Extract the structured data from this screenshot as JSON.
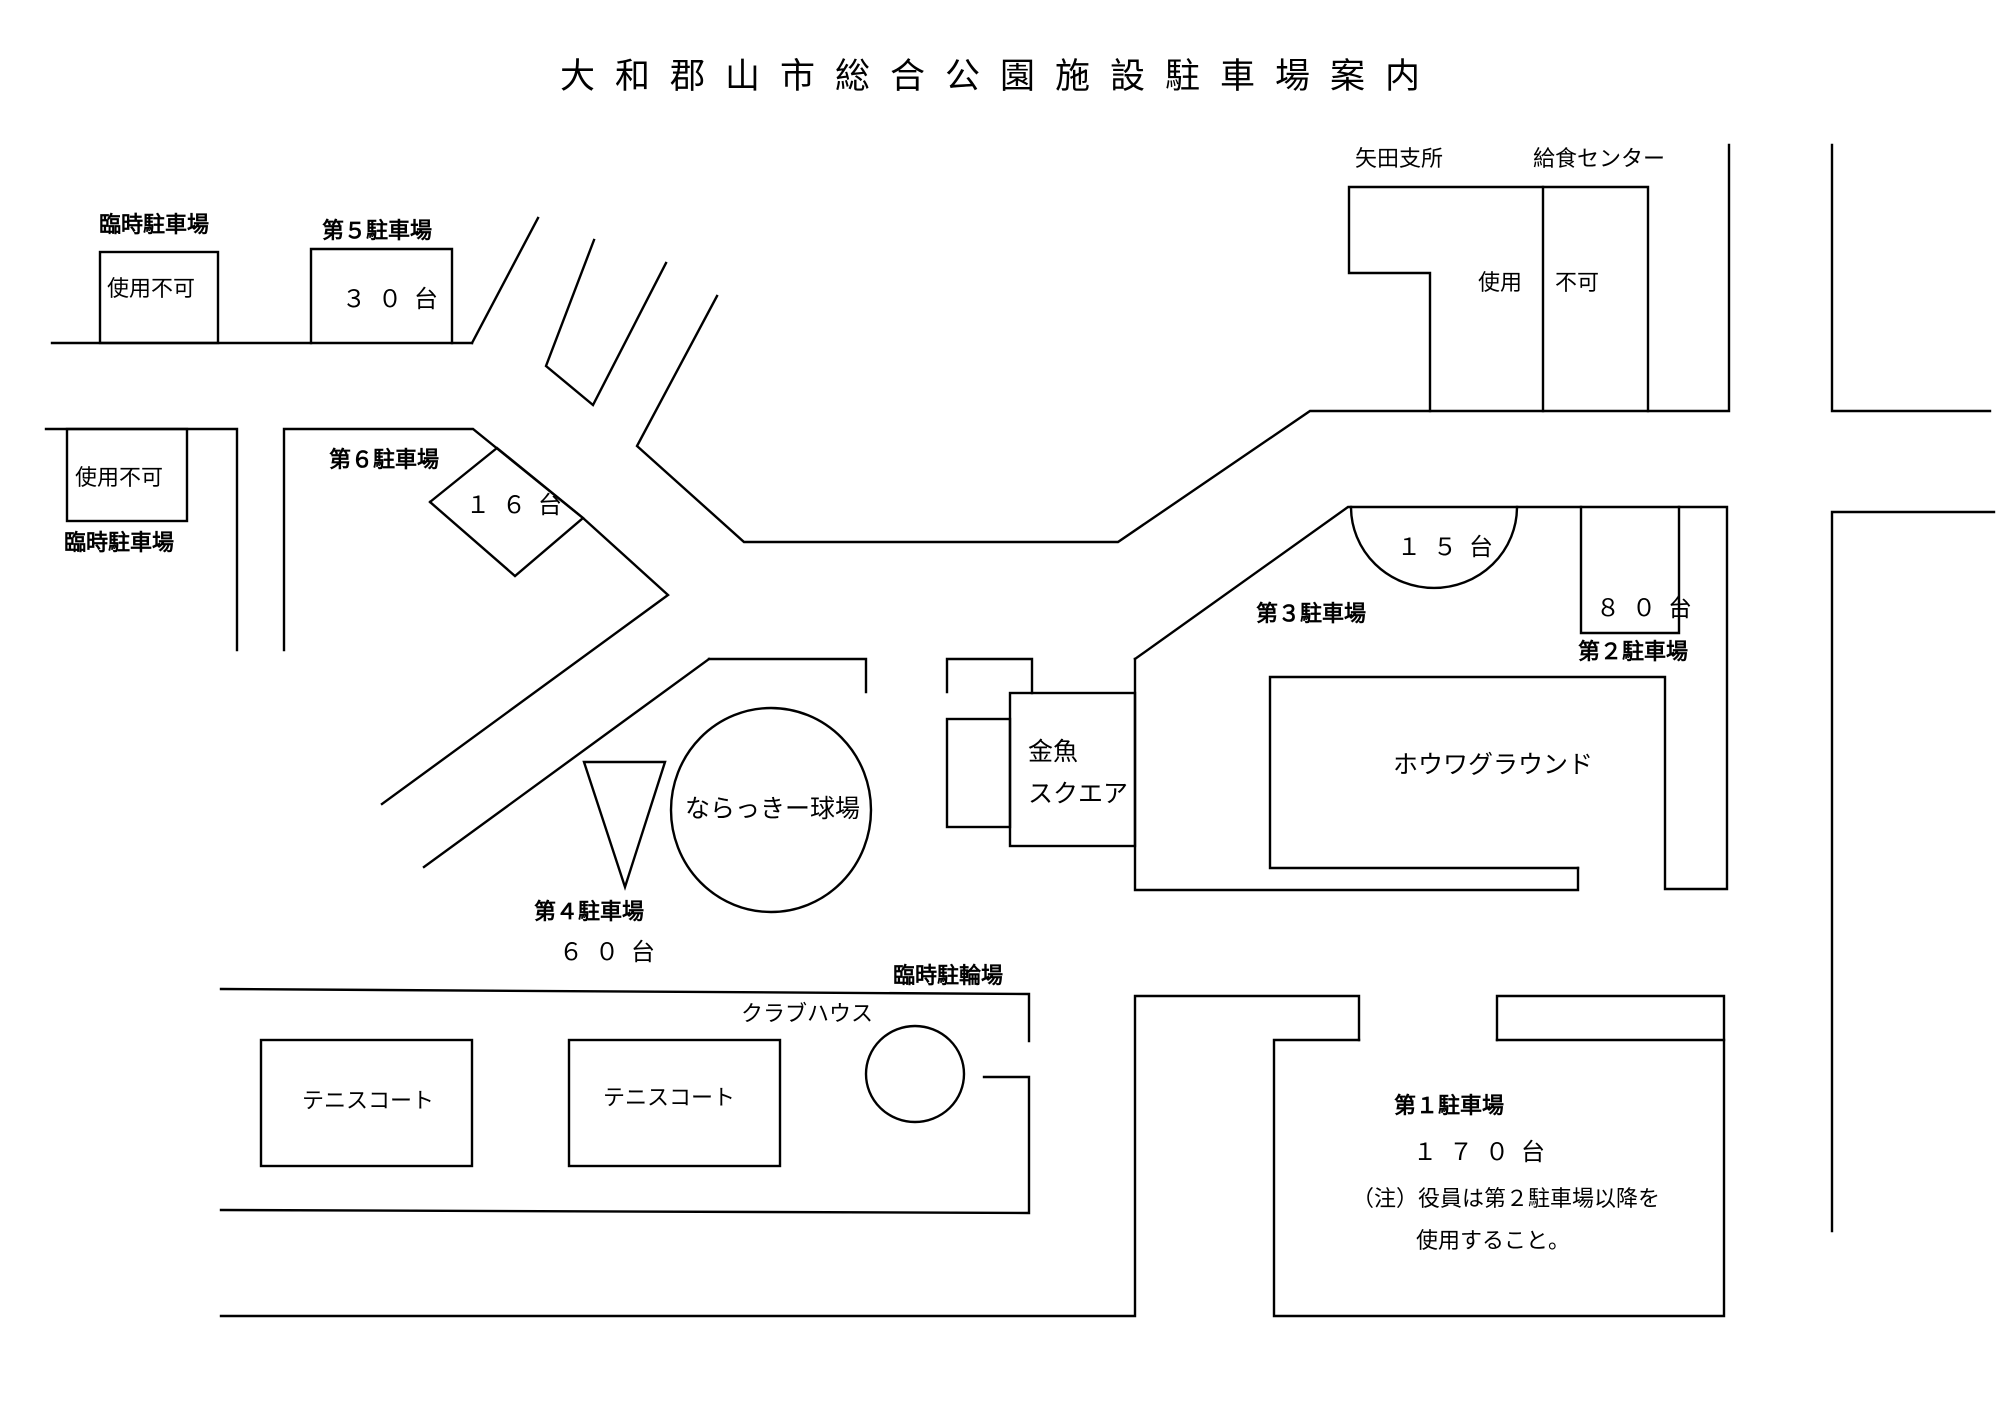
{
  "title": "大和郡山市総合公園施設駐車場案内",
  "labels": {
    "temp_parking_tl": "臨時駐車場",
    "unusable_tl": "使用不可",
    "p5_name": "第５駐車場",
    "p5_count": "３０台",
    "unusable_ml": "使用不可",
    "temp_parking_ml": "臨時駐車場",
    "p6_name": "第６駐車場",
    "p6_count": "１６台",
    "yata_branch": "矢田支所",
    "lunch_center": "給食センター",
    "shiyou": "使用",
    "fuka": "不可",
    "p3_count": "１５台",
    "p3_name": "第３駐車場",
    "p2_count": "８０台",
    "p2_name": "第２駐車場",
    "kingyo_1": "金魚",
    "kingyo_2": "スクエア",
    "ground": "ホウワグラウンド",
    "baseball": "ならっきー球場",
    "p4_name": "第４駐車場",
    "p4_count": "６０台",
    "bicycle": "臨時駐輪場",
    "clubhouse": "クラブハウス",
    "tennis_1": "テニスコート",
    "tennis_2": "テニスコート",
    "p1_name": "第１駐車場",
    "p1_count": "１７０台",
    "note_1": "（注）役員は第２駐車場以降を",
    "note_2": "使用すること。"
  }
}
